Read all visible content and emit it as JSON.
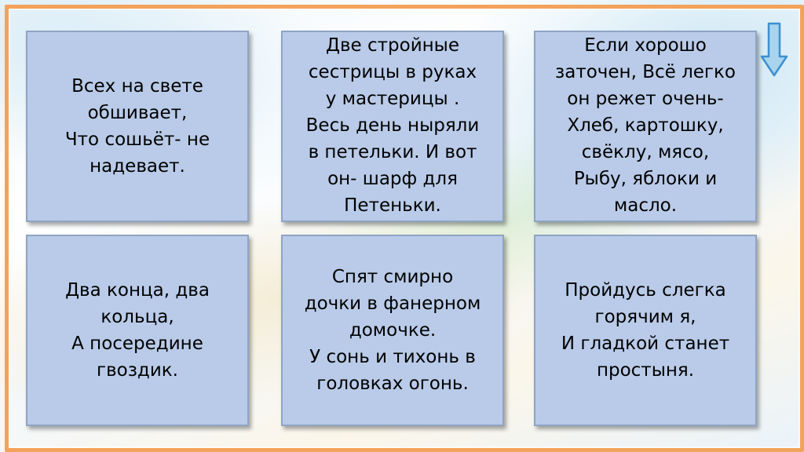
{
  "slide": {
    "cards": [
      {
        "text": "Всех на свете\nобшивает,\nЧто сошьёт- не\nнадевает."
      },
      {
        "text": "Две стройные\nсестрицы в руках\nу мастерицы .\nВесь день ныряли\nв петельки. И вот\nон- шарф для\nПетеньки."
      },
      {
        "text": "Если хорошо\nзаточен, Всё легко\nон режет очень-\nХлеб, картошку,\nсвёклу, мясо,\nРыбу, яблоки и\nмасло."
      },
      {
        "text": "Два конца, два\nкольца,\nА посередине\nгвоздик."
      },
      {
        "text": "Спят смирно\nдочки в фанерном\nдомочке.\nУ сонь и тихонь в\nголовках огонь."
      },
      {
        "text": "Пройдусь слегка\nгорячим я,\nИ гладкой станет\nпростыня."
      }
    ],
    "nav_icon": "arrow-down-icon"
  },
  "colors": {
    "frame": "#f3a25b",
    "card_fill": "#b9cbe8",
    "card_border": "#8fa4c4",
    "arrow_fill": "#a9d4ee",
    "arrow_stroke": "#3d8fd0"
  }
}
